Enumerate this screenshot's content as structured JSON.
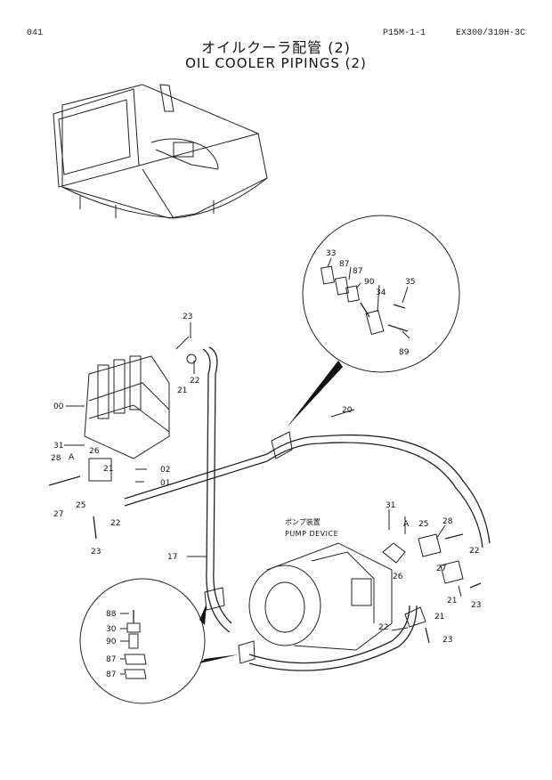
{
  "header": {
    "page_number": "041",
    "page_ref": "P15M-1-1",
    "model": "EX300/310H-3C"
  },
  "title": {
    "jp": "オイルクーラ配管 (2)",
    "en": "OIL COOLER PIPINGS (2)"
  },
  "device_label": {
    "jp": "ポンプ装置",
    "en": "PUMP DEVICE"
  },
  "callouts": {
    "top_detail": [
      "33",
      "87",
      "87",
      "90",
      "34",
      "35",
      "89"
    ],
    "valve": [
      "23",
      "22",
      "21",
      "00",
      "31",
      "A",
      "26",
      "28",
      "21",
      "02",
      "01",
      "27",
      "25",
      "22",
      "23"
    ],
    "hoses": [
      "20",
      "17"
    ],
    "pump": [
      "31",
      "A",
      "25",
      "28",
      "26",
      "27",
      "22",
      "21",
      "23",
      "21",
      "22",
      "23"
    ],
    "bottom_detail": [
      "88",
      "30",
      "90",
      "87",
      "87"
    ]
  }
}
